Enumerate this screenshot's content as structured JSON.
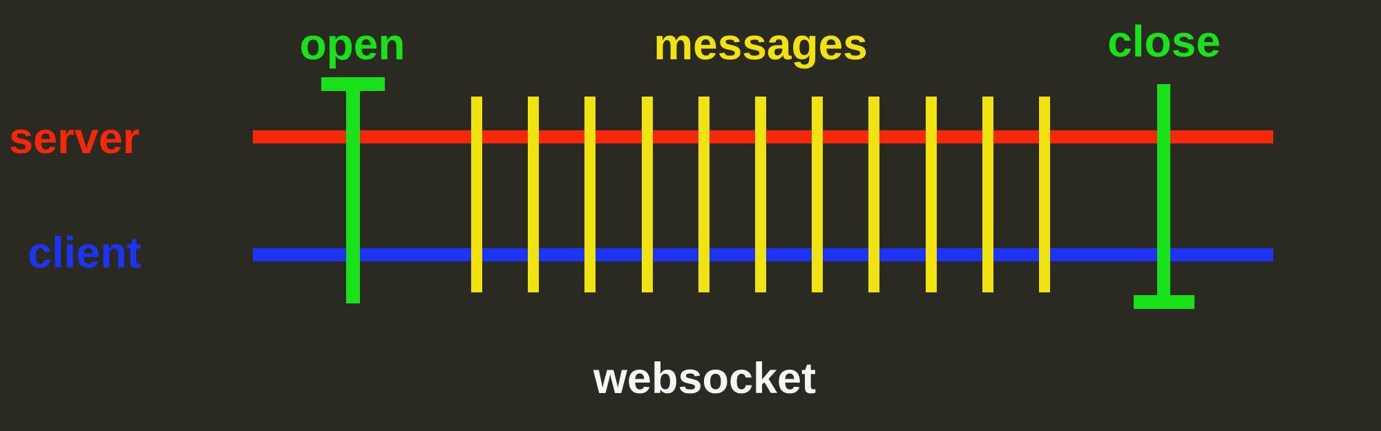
{
  "diagram": {
    "title": "websocket",
    "colors": {
      "background": "#2a2a22",
      "red": "#f5290a",
      "blue": "#1d34f2",
      "green": "#1ae21a",
      "yellow": "#f0e311",
      "white": "#f6f6f6"
    },
    "labels": {
      "open": "open",
      "messages": "messages",
      "close": "close",
      "server": "server",
      "client": "client"
    },
    "lanes": [
      {
        "name": "server",
        "color": "#f5290a"
      },
      {
        "name": "client",
        "color": "#1d34f2"
      }
    ],
    "events": {
      "open_marker": "tee-cap-top",
      "close_marker": "tee-cap-bottom",
      "message_count": 11,
      "message_centers_x": [
        690,
        772,
        854,
        937,
        1019,
        1101,
        1183,
        1265,
        1348,
        1430,
        1512
      ]
    }
  }
}
